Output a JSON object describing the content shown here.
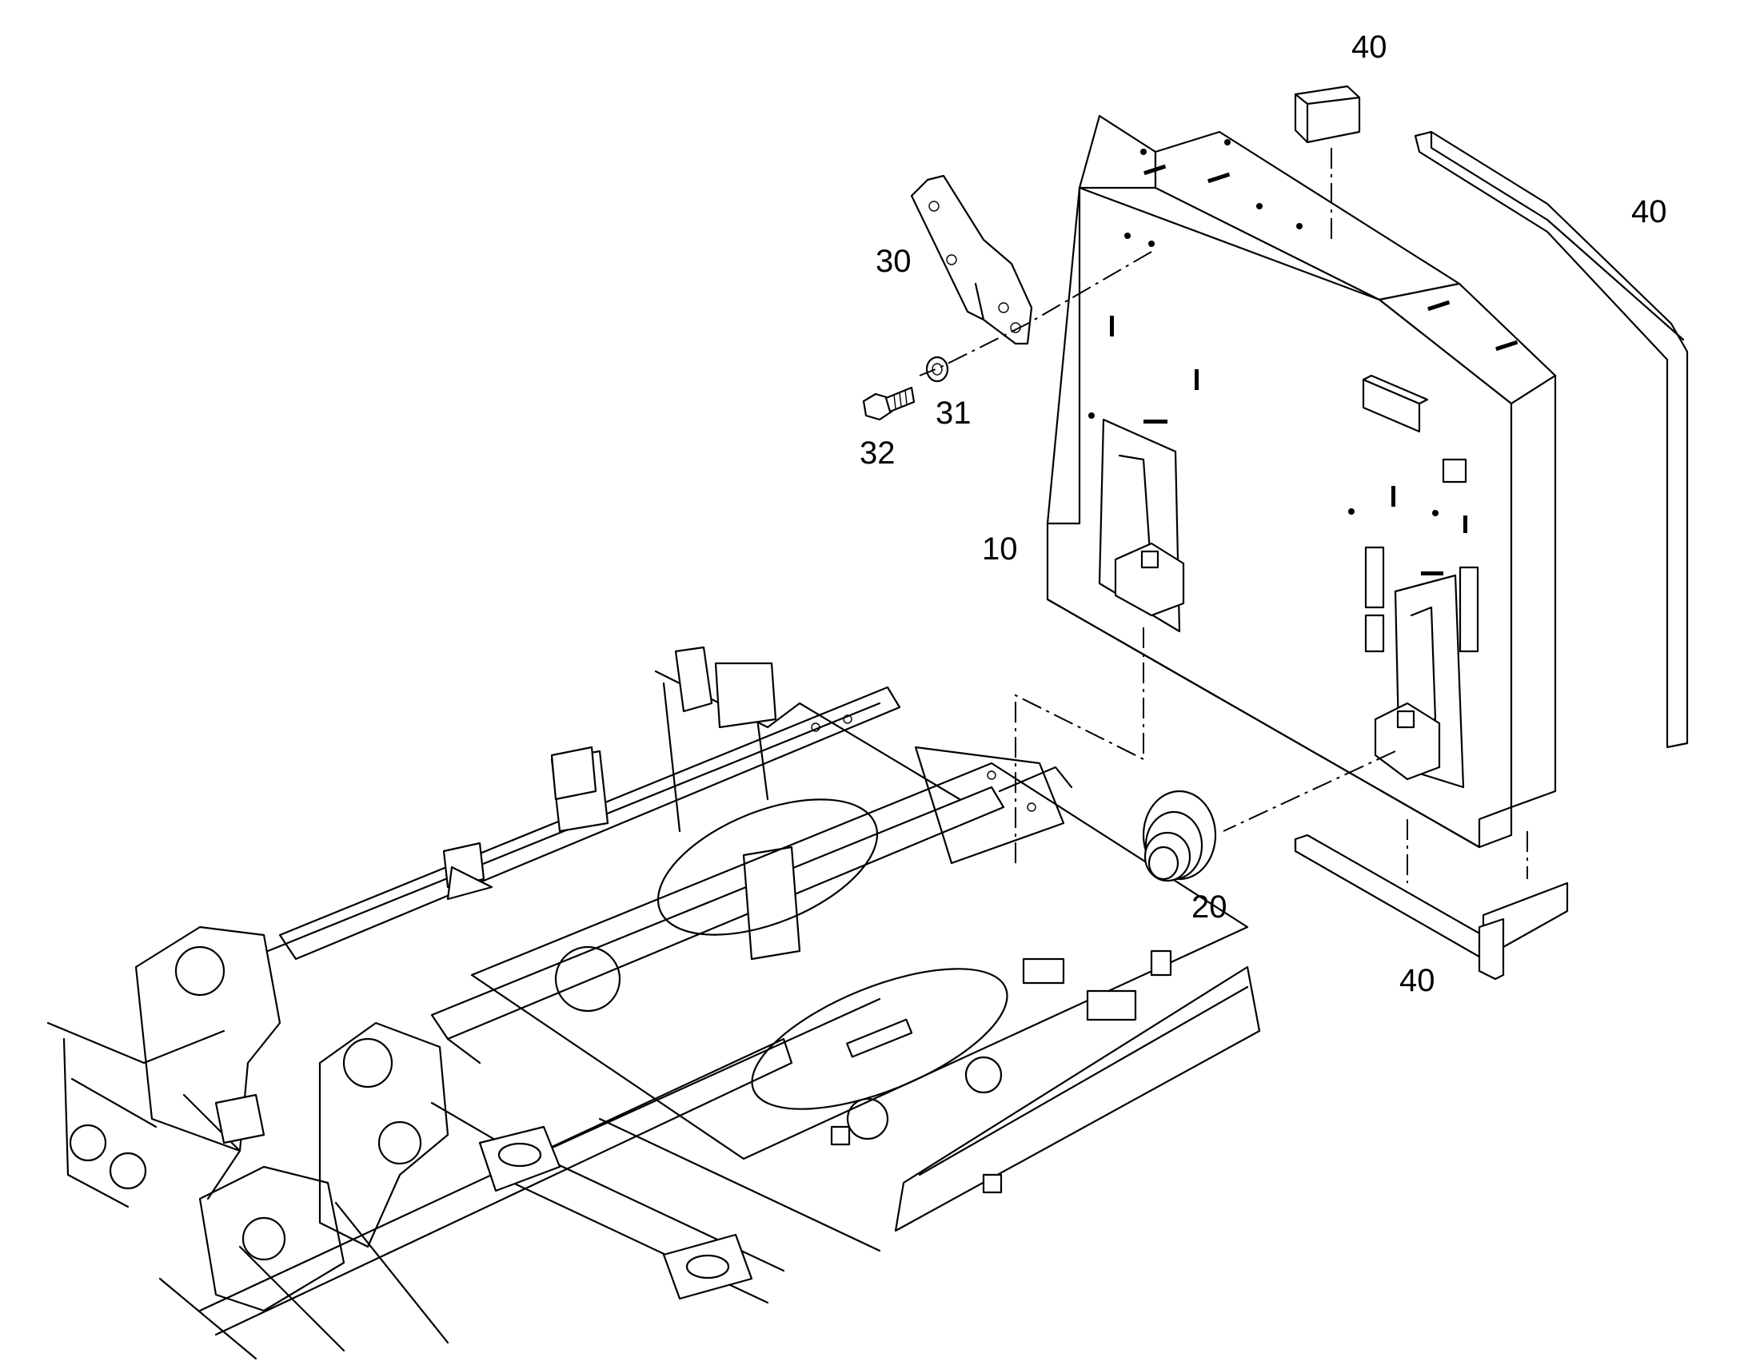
{
  "callouts": {
    "c10": "10",
    "c20": "20",
    "c30": "30",
    "c31": "31",
    "c32": "32",
    "c40_top": "40",
    "c40_right": "40",
    "c40_bottom": "40"
  }
}
